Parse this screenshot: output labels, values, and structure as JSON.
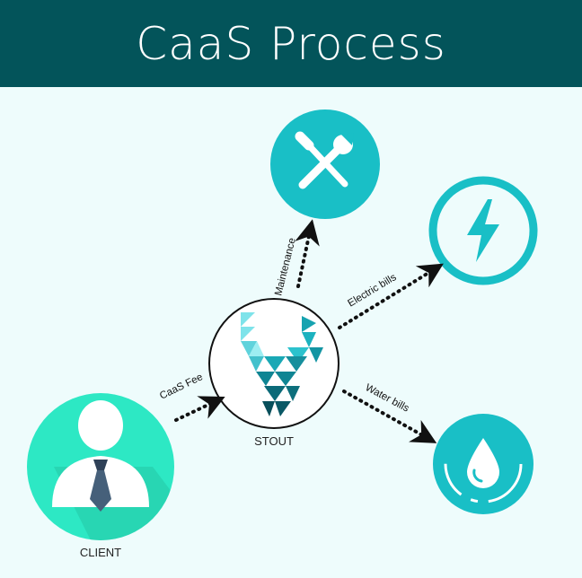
{
  "header": {
    "title": "CaaS Process"
  },
  "nodes": {
    "client": {
      "label": "CLIENT"
    },
    "stout": {
      "label": "STOUT"
    }
  },
  "edges": {
    "caas_fee": "CaaS Fee",
    "maintenance": "Maintenance",
    "electric": "Electric bills",
    "water": "Water bills"
  },
  "colors": {
    "header_bg": "#03545a",
    "background": "#eefcfc",
    "teal": "#19bfc6",
    "client_green": "#2de8c4"
  },
  "icons": [
    "user-icon",
    "tools-icon",
    "lightning-icon",
    "water-drop-icon",
    "stout-logo"
  ]
}
